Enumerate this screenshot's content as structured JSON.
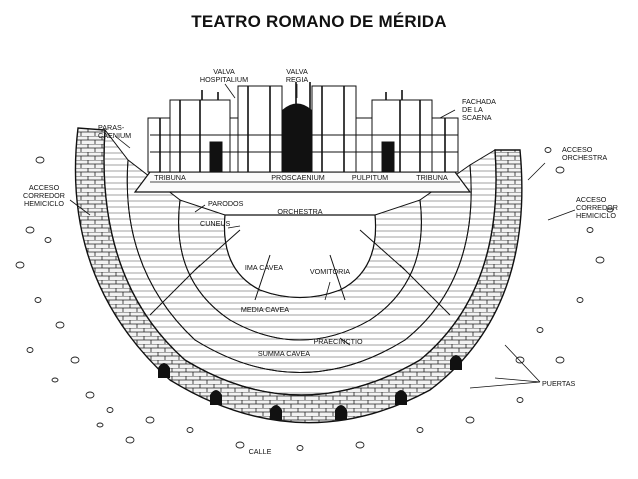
{
  "title": "TEATRO ROMANO DE MÉRIDA",
  "labels": {
    "valva_hospitalium": "VALVA\nHOSPITALIUM",
    "valva_regia": "VALVA\nREGIA",
    "fachada_scaena": "FACHADA\nDE LA\nSCAENA",
    "parascaenium": "PARAS-\nCAENIUM",
    "tribuna_left": "TRIBUNA",
    "proscaenium": "PROSCAENIUM",
    "pulpitum": "PULPITUM",
    "tribuna_right": "TRIBUNA",
    "acceso_orchestra": "ACCESO\nORCHESTRA",
    "acceso_corredor_left": "ACCESO\nCORREDOR\nHEMICICLO",
    "acceso_corredor_right": "ACCESO\nCORREDOR\nHEMICICLO",
    "parodos": "PARODOS",
    "orchestra": "ORCHESTRA",
    "cuneus": "CUNEUS",
    "ima_cavea": "IMA CAVEA",
    "vomitoria": "VOMITORIA",
    "media_cavea": "MEDIA CAVEA",
    "praecinctio": "PRAECINCTIO",
    "summa_cavea": "SUMMA CAVEA",
    "puertas": "PUERTAS",
    "calle": "CALLE"
  },
  "colors": {
    "ink": "#111111",
    "paper": "#ffffff",
    "stone": "#e8e8e8"
  }
}
